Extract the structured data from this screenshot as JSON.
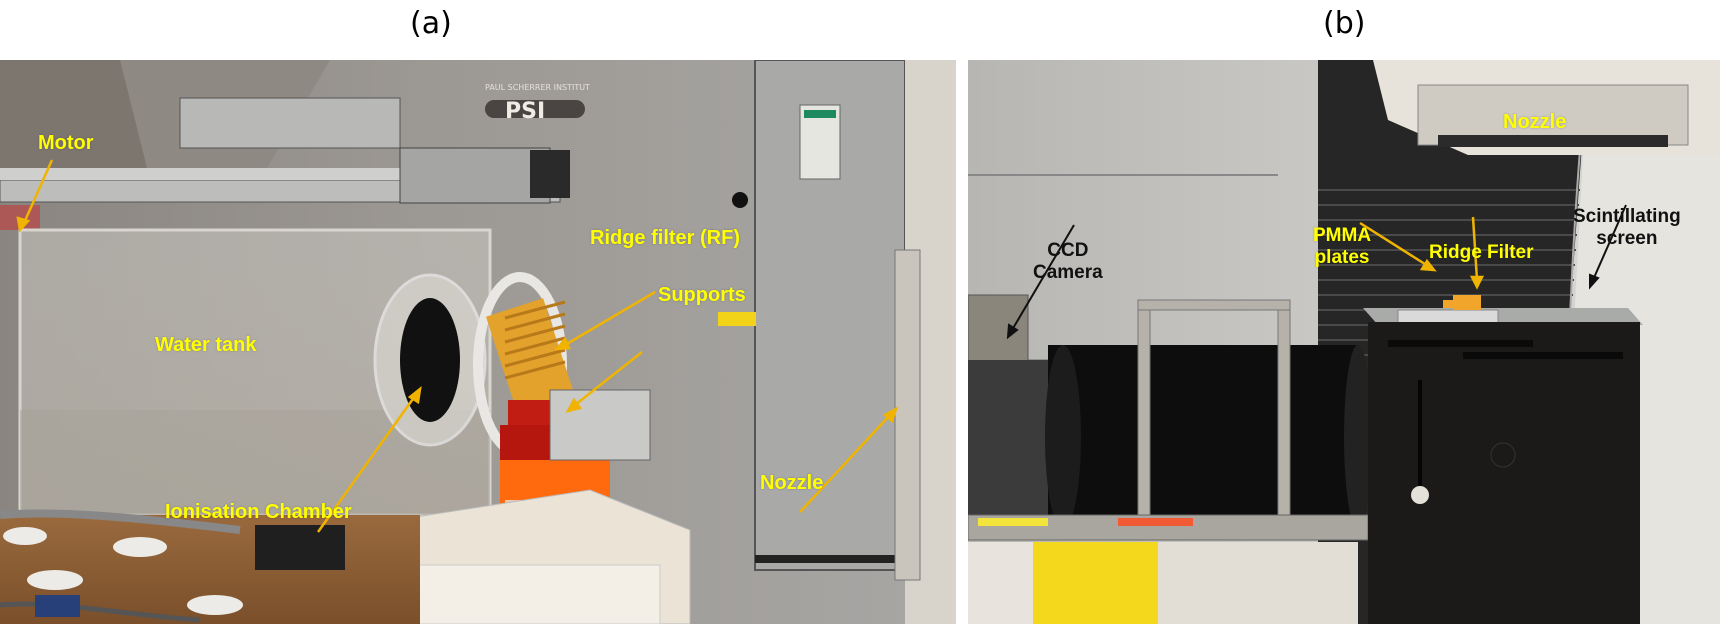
{
  "figure": {
    "panel_a": {
      "caption": "(a)",
      "scene_text": {
        "logo": "PSI",
        "logo_subtitle": "PAUL SCHERRER INSTITUT"
      },
      "annotations": [
        {
          "id": "motor",
          "text": "Motor",
          "color": "#ffff00"
        },
        {
          "id": "ridge-filter",
          "text": "Ridge filter (RF)",
          "color": "#ffff00"
        },
        {
          "id": "supports",
          "text": "Supports",
          "color": "#ffff00"
        },
        {
          "id": "water-tank",
          "text": "Water tank",
          "color": "#ffff00"
        },
        {
          "id": "ionisation-chamber",
          "text": "Ionisation Chamber",
          "color": "#ffff00"
        },
        {
          "id": "nozzle",
          "text": "Nozzle",
          "color": "#ffff00"
        }
      ],
      "arrow_color": "#f0b400"
    },
    "panel_b": {
      "caption": "(b)",
      "annotations": [
        {
          "id": "nozzle",
          "text": "Nozzle",
          "color": "#ffff00"
        },
        {
          "id": "ccd-camera",
          "line1": "CCD",
          "line2": "Camera",
          "color": "#111111"
        },
        {
          "id": "pmma-plates",
          "line1": "PMMA",
          "line2": "plates",
          "color": "#ffff00"
        },
        {
          "id": "ridge-filter",
          "text": "Ridge Filter",
          "color": "#ffff00"
        },
        {
          "id": "scintillating-screen",
          "line1": "Scintillating",
          "line2": "screen",
          "color": "#111111"
        }
      ],
      "arrow_color": "#f0b400",
      "black_arrow_color": "#111111"
    }
  }
}
